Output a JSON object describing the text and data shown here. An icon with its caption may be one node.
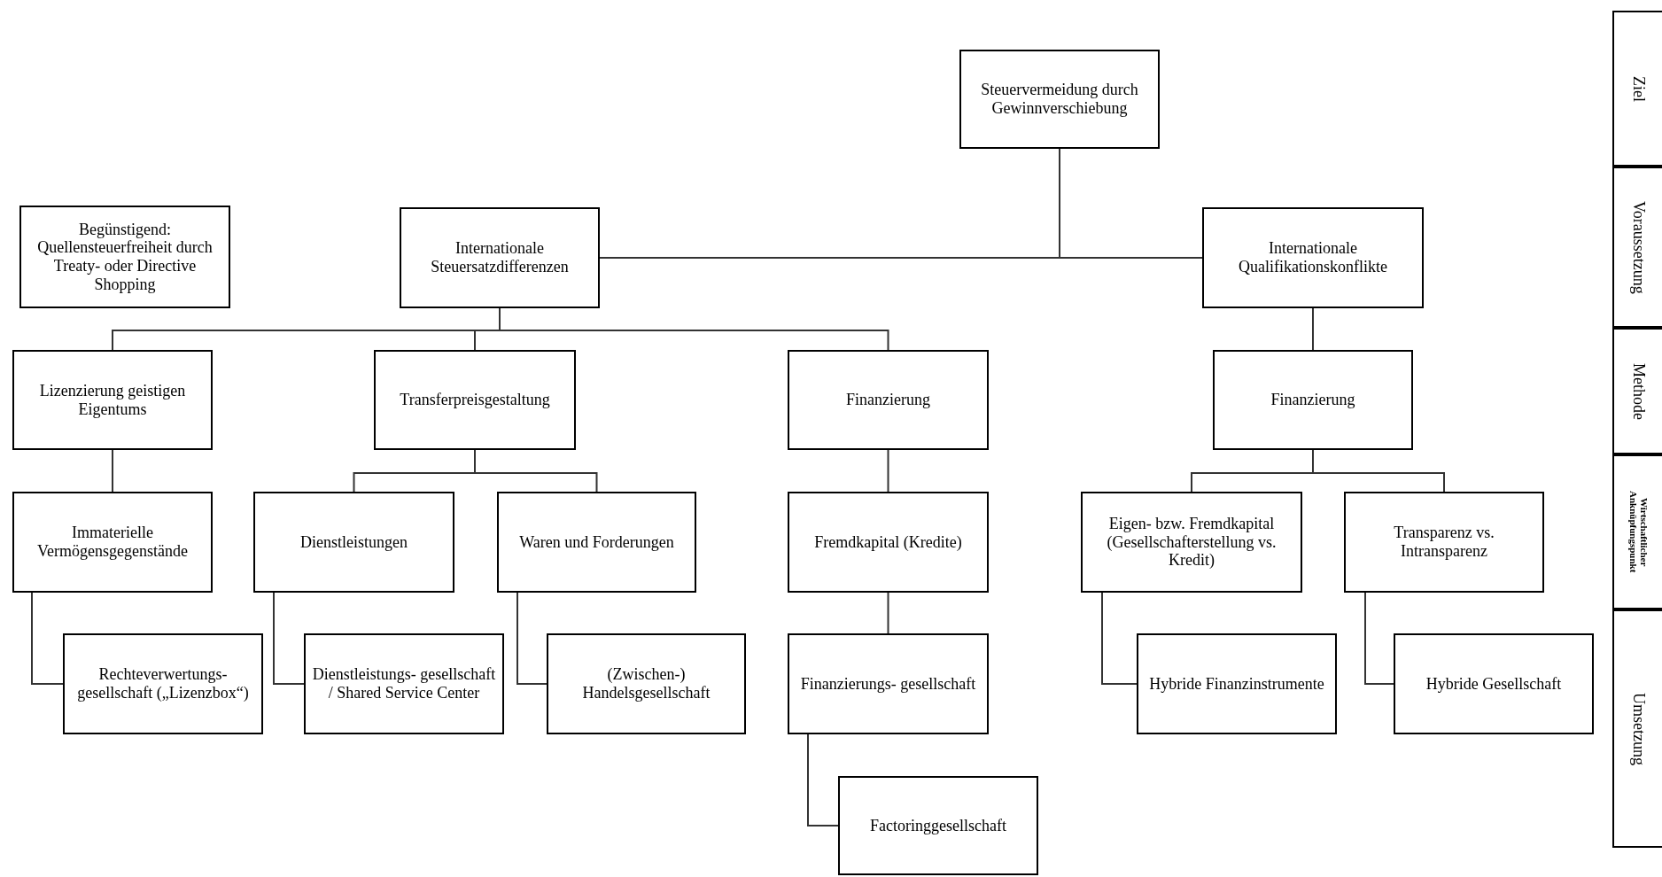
{
  "diagram": {
    "nodes": [
      {
        "text": [
          "Steuervermeidung durch Gewinnverschiebung"
        ]
      },
      {
        "text": [
          "Begünstigend: Quellensteuerfreiheit durch Treaty- oder Directive Shopping"
        ]
      },
      {
        "text": [
          "Internationale Steuersatzdifferenzen"
        ]
      },
      {
        "text": [
          "Internationale Qualifikationskonflikte"
        ]
      },
      {
        "text": [
          "Lizenzierung geistigen Eigentums"
        ]
      },
      {
        "text": [
          "Transferpreisgestaltung"
        ]
      },
      {
        "text": [
          "Finanzierung"
        ]
      },
      {
        "text": [
          "Finanzierung"
        ]
      },
      {
        "text": [
          "Immaterielle Vermögensgegenstände"
        ]
      },
      {
        "text": [
          "Dienstleistungen"
        ]
      },
      {
        "text": [
          "Waren und Forderungen"
        ]
      },
      {
        "text": [
          "Fremdkapital (Kredite)"
        ]
      },
      {
        "text": [
          "Eigen- bzw. Fremdkapital (Gesellschafterstellung vs. Kredit)"
        ]
      },
      {
        "text": [
          "Transparenz vs. Intransparenz"
        ]
      },
      {
        "text": [
          "Rechteverwertungs- gesellschaft („Lizenzbox“)"
        ]
      },
      {
        "text": [
          "Dienstleistungs- gesellschaft / Shared Service Center"
        ]
      },
      {
        "text": [
          "(Zwischen-) Handelsgesellschaft"
        ]
      },
      {
        "text": [
          "Finanzierungs- gesellschaft"
        ]
      },
      {
        "text": [
          "Hybride Finanzinstrumente"
        ]
      },
      {
        "text": [
          "Hybride Gesellschaft"
        ]
      },
      {
        "text": [
          "Factoringgesellschaft"
        ]
      },
      {
        "text": [
          "Ziel"
        ]
      },
      {
        "text": [
          "Voraussetzung"
        ]
      },
      {
        "text": [
          "Methode"
        ]
      },
      {
        "text": [
          "Wirtschaftlicher Anknüpfungspunkt"
        ]
      },
      {
        "text": [
          "Umsetzung"
        ]
      }
    ],
    "edges": [
      {
        "from": 0,
        "to": 2,
        "arrow": "none"
      },
      {
        "from": 0,
        "to": 3,
        "arrow": "none"
      },
      {
        "from": 2,
        "to": 4,
        "arrow": "none"
      },
      {
        "from": 2,
        "to": 5,
        "arrow": "none"
      },
      {
        "from": 2,
        "to": 6,
        "arrow": "none"
      },
      {
        "from": 3,
        "to": 7,
        "arrow": "none"
      },
      {
        "from": 4,
        "to": 8,
        "arrow": "none"
      },
      {
        "from": 5,
        "to": 9,
        "arrow": "none"
      },
      {
        "from": 5,
        "to": 10,
        "arrow": "none"
      },
      {
        "from": 6,
        "to": 11,
        "arrow": "none"
      },
      {
        "from": 7,
        "to": 12,
        "arrow": "none"
      },
      {
        "from": 7,
        "to": 13,
        "arrow": "none"
      },
      {
        "from": 8,
        "to": 14,
        "arrow": "none"
      },
      {
        "from": 9,
        "to": 15,
        "arrow": "none"
      },
      {
        "from": 10,
        "to": 16,
        "arrow": "none"
      },
      {
        "from": 11,
        "to": 17,
        "arrow": "none"
      },
      {
        "from": 12,
        "to": 18,
        "arrow": "none"
      },
      {
        "from": 13,
        "to": 19,
        "arrow": "none"
      },
      {
        "from": 17,
        "to": 20,
        "arrow": "none"
      }
    ]
  }
}
